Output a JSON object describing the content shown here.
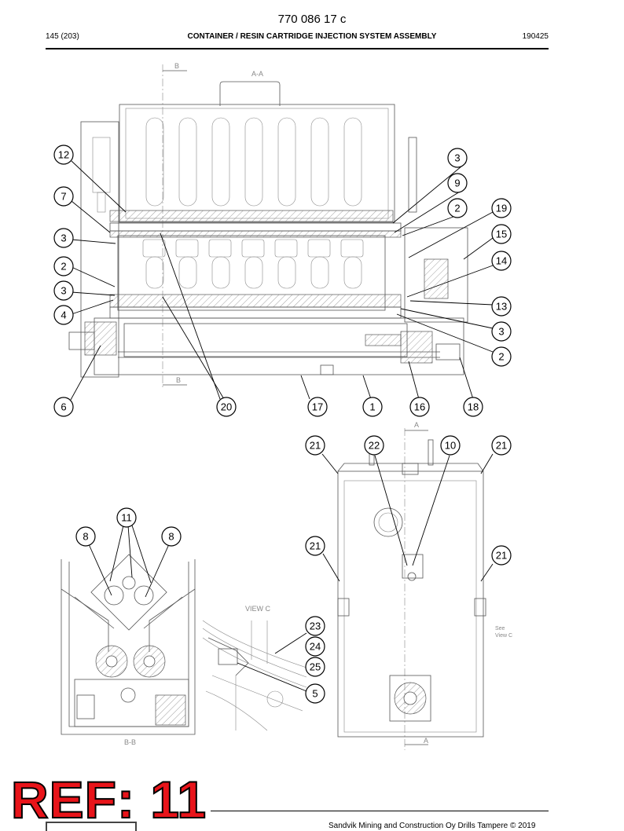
{
  "header": {
    "doc_number": "770 086 17 c",
    "page": "145 (203)",
    "title": "CONTAINER / RESIN CARTRIDGE INJECTION SYSTEM ASSEMBLY",
    "date_code": "190425"
  },
  "drawing": {
    "view_labels": {
      "section_aa": "A-A",
      "section_bb": "B-B",
      "view_c": "VIEW C",
      "cut_b_top": "B",
      "cut_b_bottom": "B",
      "cut_a_top": "A",
      "cut_a_bottom": "A",
      "see_view_c_1": "See",
      "see_view_c_2": "View C"
    },
    "callouts": [
      "12",
      "3",
      "9",
      "7",
      "2",
      "19",
      "3",
      "15",
      "2",
      "14",
      "3",
      "13",
      "4",
      "3",
      "2",
      "6",
      "20",
      "17",
      "1",
      "16",
      "18",
      "21",
      "22",
      "10",
      "21",
      "11",
      "8",
      "8",
      "21",
      "21",
      "23",
      "24",
      "25",
      "5"
    ]
  },
  "ref_stamp": "REF: 11",
  "footer": {
    "copyright": "Sandvik Mining and Construction Oy Drills Tampere © 2019"
  }
}
